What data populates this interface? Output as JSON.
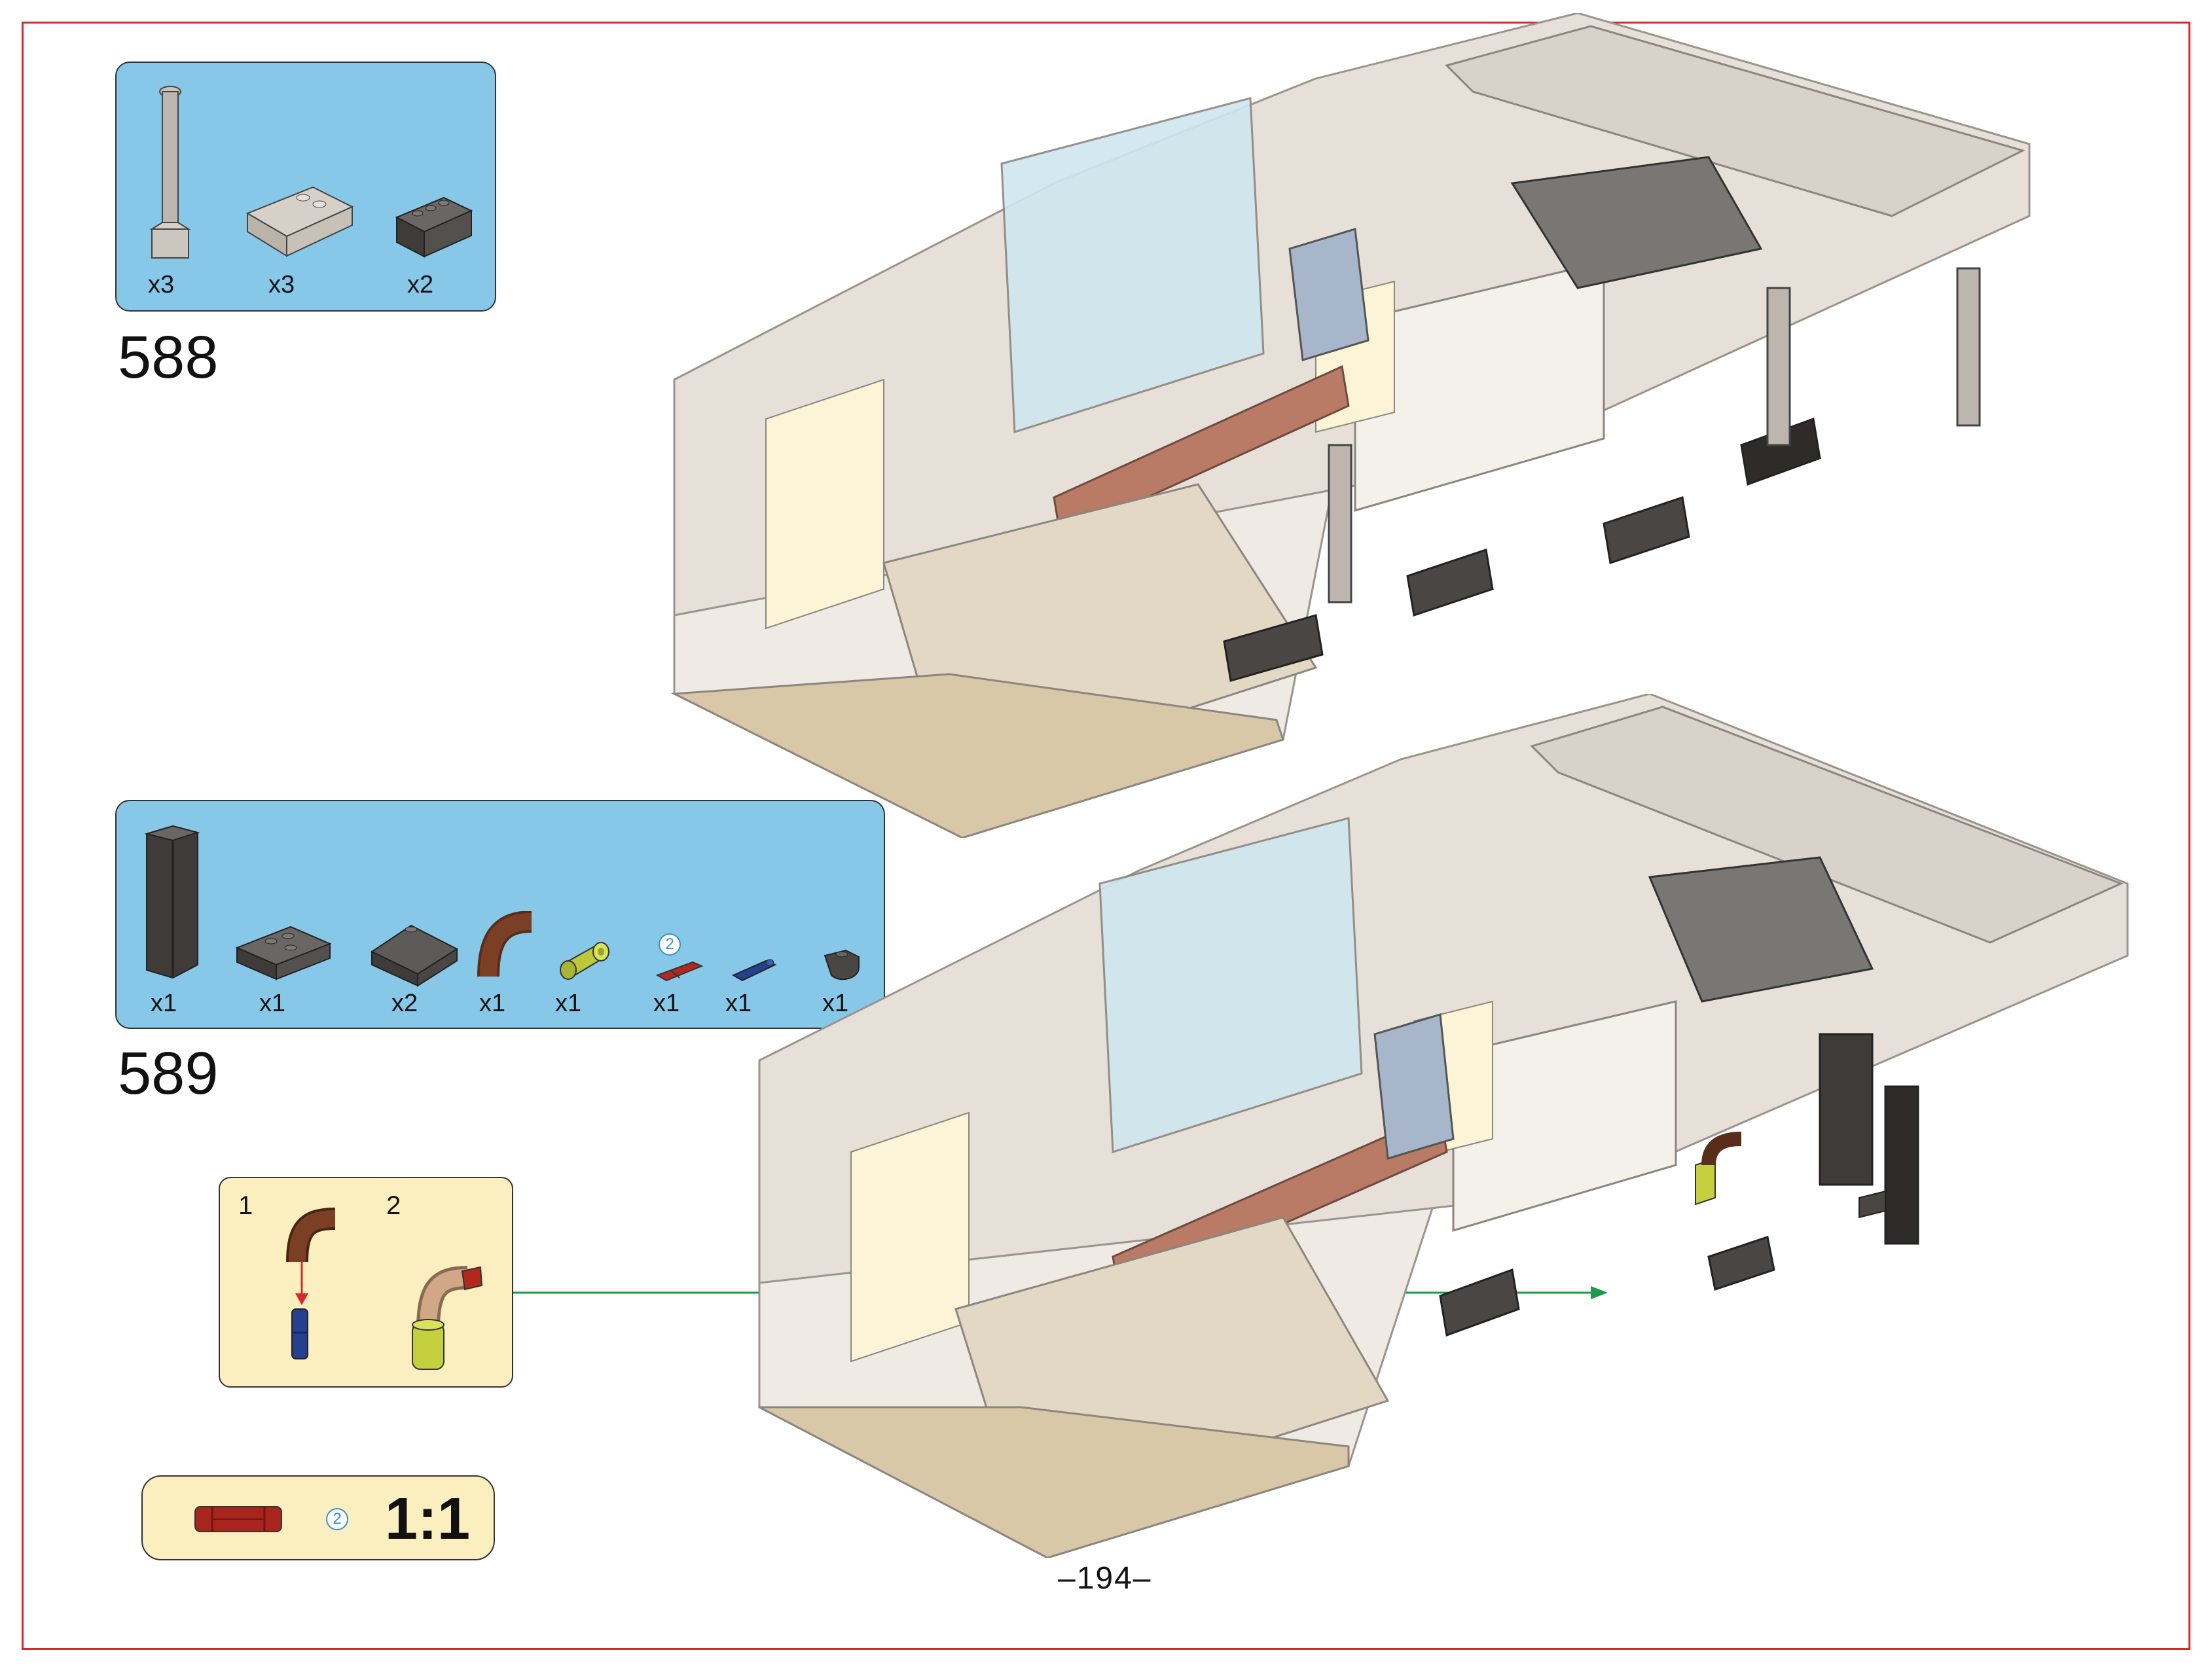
{
  "step588": {
    "number": "588",
    "parts": [
      {
        "name": "light-bluish-gray-bar-1x1x6",
        "qty": "x3"
      },
      {
        "name": "light-bluish-gray-slope-2x4",
        "qty": "x3"
      },
      {
        "name": "dark-gray-brick-2x4",
        "qty": "x2"
      }
    ]
  },
  "step589": {
    "number": "589",
    "parts": [
      {
        "name": "dark-gray-panel-1x2x6",
        "qty": "x1"
      },
      {
        "name": "dark-gray-plate-2x3",
        "qty": "x1"
      },
      {
        "name": "dark-gray-slope-2x2",
        "qty": "x2"
      },
      {
        "name": "brown-macaroni-tube",
        "qty": "x1"
      },
      {
        "name": "lime-round-brick",
        "qty": "x1"
      },
      {
        "name": "red-axle-pin",
        "qty": "x1",
        "length": "2"
      },
      {
        "name": "blue-axle-pin",
        "qty": "x1"
      },
      {
        "name": "dark-gray-round-slope",
        "qty": "x1"
      }
    ]
  },
  "subassembly": {
    "step1": "1",
    "step2": "2"
  },
  "ratio": {
    "length": "2",
    "label": "1:1"
  },
  "page_number": "–194–",
  "colors": {
    "frame": "#d9272e",
    "parts_box": "#87c8e9",
    "sub_box": "#fcefbf",
    "arrow_green": "#1b9a4a",
    "arrow_red": "#d9272e"
  }
}
